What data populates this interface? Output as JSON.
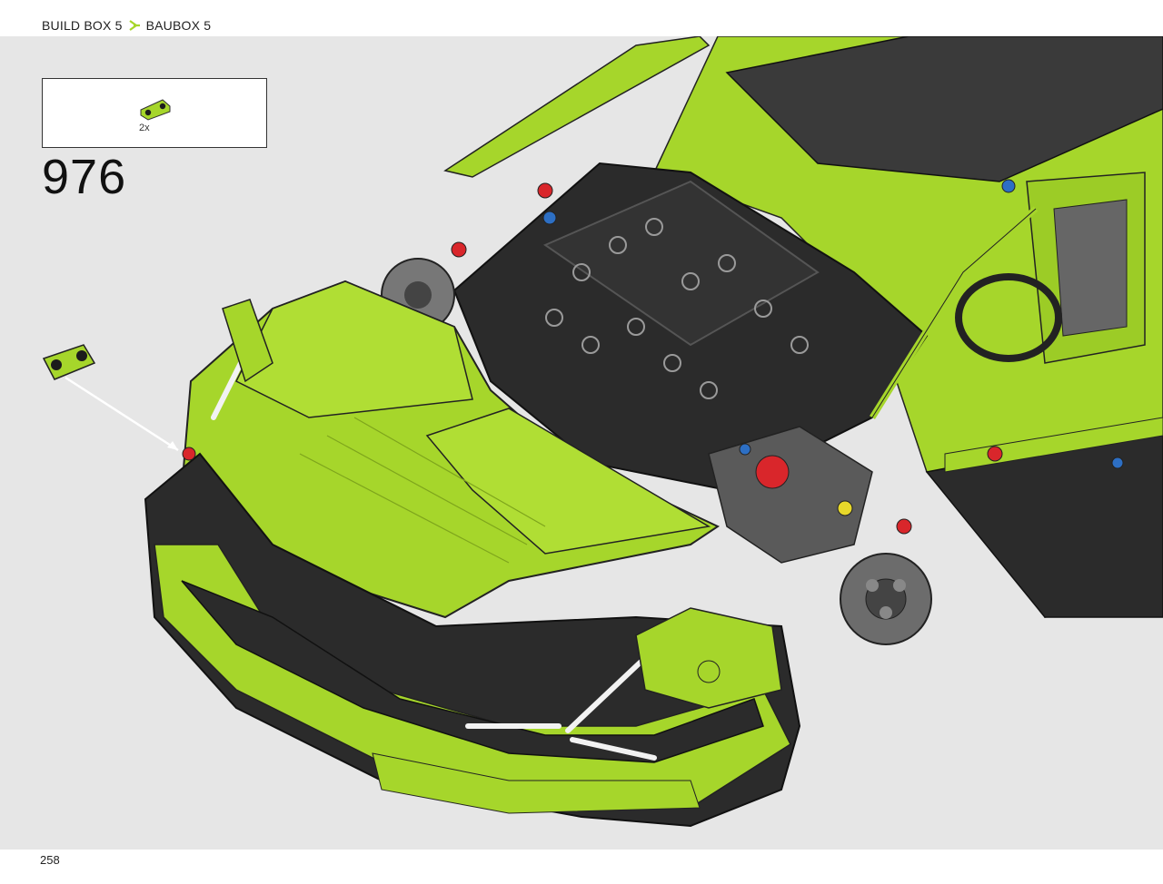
{
  "header": {
    "build_box_en": "BUILD BOX 5",
    "build_box_de": "BAUBOX 5",
    "separator_icon": "chevron-right-icon",
    "accent_color": "#a6d62b"
  },
  "parts": {
    "quantity": "2x",
    "part_color": "#a6d62b",
    "part_icon": "technic-beam-icon"
  },
  "step": {
    "number": "976"
  },
  "page": {
    "number": "258"
  },
  "colors": {
    "lime": "#a6d62b",
    "black": "#2b2b2b",
    "dark_grey": "#555555",
    "background": "#e6e6e6",
    "red": "#d9262b",
    "blue": "#2d6fc4"
  }
}
